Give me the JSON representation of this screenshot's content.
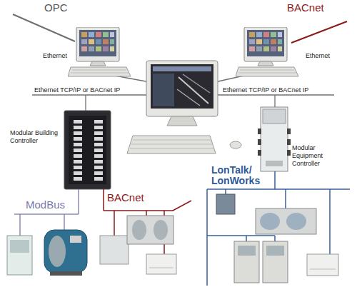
{
  "diagram": {
    "nodes": [
      {
        "text": [
          "Modular Building Controller"
        ]
      },
      {
        "text": [
          "Modular Equipment Controller"
        ]
      }
    ],
    "labels": [
      "OPC",
      "BACnet",
      "Ethernet",
      "Ethernet",
      "Ethernet TCP/IP or BACnet IP",
      "Ethernet TCP/IP or BACnet IP",
      "ModBus",
      "BACnet",
      "LonTalk/ LonWorks"
    ]
  }
}
